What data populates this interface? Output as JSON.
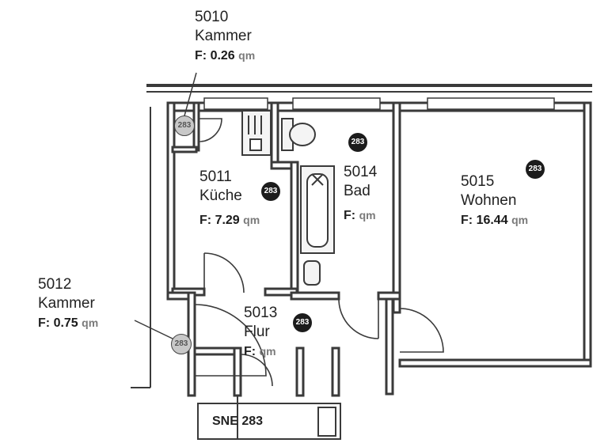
{
  "rooms": [
    {
      "number": "5010",
      "name": "Kammer",
      "area_prefix": "F:",
      "area_value": "0.26",
      "area_unit": "qm"
    },
    {
      "number": "5011",
      "name": "Küche",
      "area_prefix": "F:",
      "area_value": "7.29",
      "area_unit": "qm"
    },
    {
      "number": "5012",
      "name": "Kammer",
      "area_prefix": "F:",
      "area_value": "0.75",
      "area_unit": "qm"
    },
    {
      "number": "5013",
      "name": "Flur",
      "area_prefix": "F:",
      "area_value": "",
      "area_unit": "qm"
    },
    {
      "number": "5014",
      "name": "Bad",
      "area_prefix": "F:",
      "area_value": "",
      "area_unit": "qm"
    },
    {
      "number": "5015",
      "name": "Wohnen",
      "area_prefix": "F:",
      "area_value": "16.44",
      "area_unit": "qm"
    }
  ],
  "marker_label": "283",
  "stair_label": "SNE 283",
  "colors": {
    "wall": "#3a3a3a",
    "marker": "#1c1c1c",
    "marker_grey": "#c8c8c8"
  }
}
